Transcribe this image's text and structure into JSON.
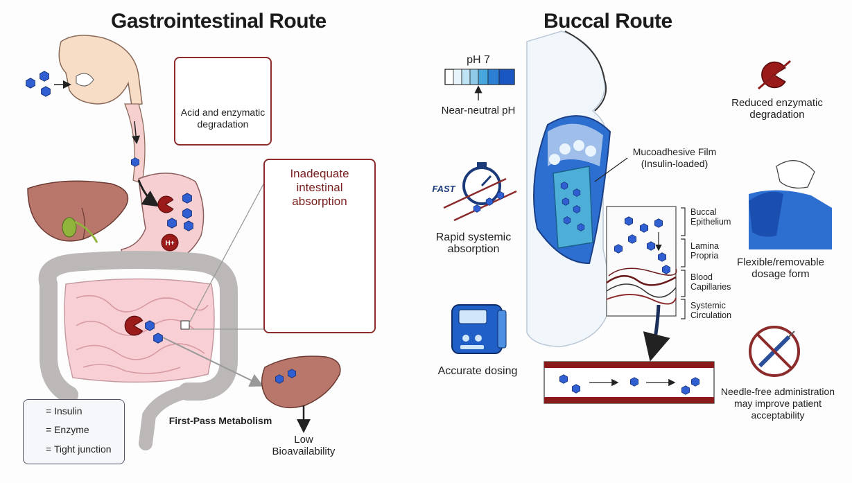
{
  "titles": {
    "left": "Gastrointestinal Route",
    "right": "Buccal Route"
  },
  "gi": {
    "acid_box_text": "Acid and enzymatic degradation",
    "acid_symbol": "H+",
    "inadequate_title": "Inadequate intestinal absorption",
    "first_pass": "First-Pass Metabolism",
    "low_bioavailability": "Low Bioavailability",
    "stomach_acid_symbol": "H+"
  },
  "legend": {
    "insulin": "= Insulin",
    "enzyme": "= Enzyme",
    "tight_junction": "= Tight junction"
  },
  "buccal": {
    "ph_value": "pH 7",
    "ph_caption": "Near-neutral pH",
    "fast_label": "FAST",
    "rapid_absorption": "Rapid systemic absorption",
    "accurate_dosing": "Accurate dosing",
    "film_label": "Mucoadhesive Film (Insulin-loaded)",
    "layers": [
      "Buccal Epithelium",
      "Lamina Propria",
      "Blood Capillaries",
      "Systemic Circulation"
    ],
    "reduced_degradation": "Reduced enzymatic degradation",
    "flexible_form": "Flexible/removable dosage form",
    "needle_free": "Needle-free administration may improve patient acceptability"
  },
  "colors": {
    "insulin": "#2f5fd0",
    "enzyme": "#9b1b1b",
    "accent_red": "#8b2b2b",
    "film_blue": "#4fb3d8"
  }
}
